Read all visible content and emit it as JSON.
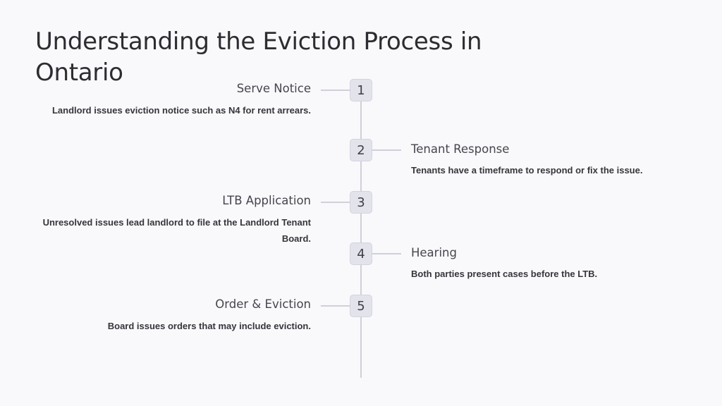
{
  "slide": {
    "title": "Understanding the Eviction Process in Ontario"
  },
  "steps": [
    {
      "number": "1",
      "title": "Serve Notice",
      "description": "Landlord issues eviction notice such as N4 for rent arrears."
    },
    {
      "number": "2",
      "title": "Tenant Response",
      "description": "Tenants have a timeframe to respond or fix the issue."
    },
    {
      "number": "3",
      "title": "LTB Application",
      "description": "Unresolved issues lead landlord to file at the Landlord Tenant Board."
    },
    {
      "number": "4",
      "title": "Hearing",
      "description": "Both parties present cases before the LTB."
    },
    {
      "number": "5",
      "title": "Order & Eviction",
      "description": "Board issues orders that may include eviction."
    }
  ]
}
